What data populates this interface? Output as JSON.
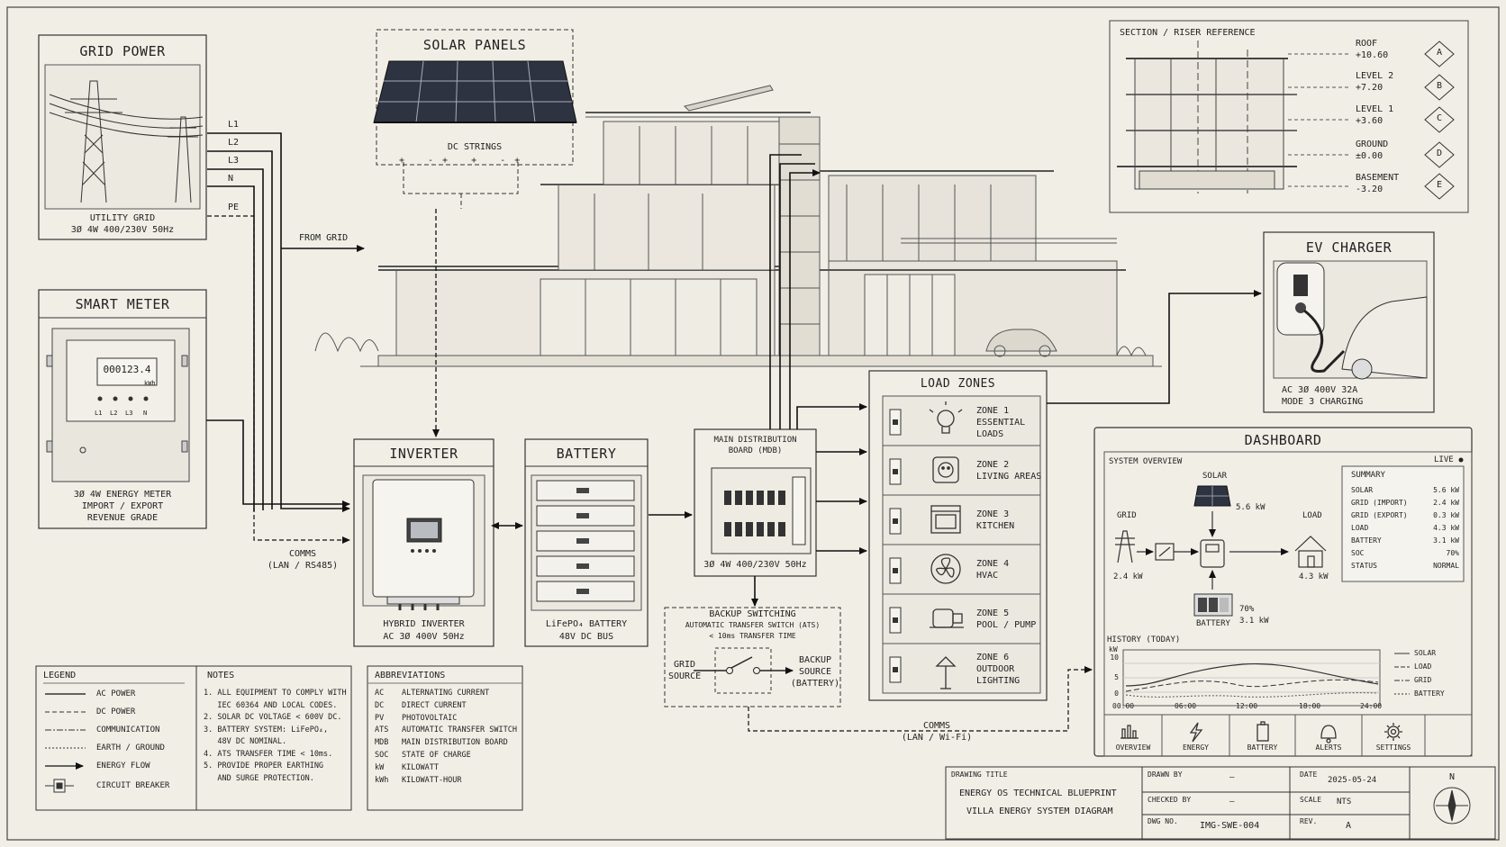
{
  "grid": {
    "title": "GRID POWER",
    "desc1": "UTILITY GRID",
    "desc2": "3Ø 4W 400/230V 50Hz",
    "lines": [
      "L1",
      "L2",
      "L3",
      "N",
      "PE"
    ],
    "from_grid": "FROM GRID"
  },
  "meter": {
    "title": "SMART METER",
    "reading": "000123.4",
    "unit": "kWh",
    "phases": [
      "L1",
      "L2",
      "L3",
      "N"
    ],
    "desc1": "3Ø 4W ENERGY METER",
    "desc2": "IMPORT / EXPORT",
    "desc3": "REVENUE GRADE"
  },
  "solar": {
    "title": "SOLAR PANELS",
    "strings": "DC STRINGS"
  },
  "comms1": {
    "l1": "COMMS",
    "l2": "(LAN / RS485)"
  },
  "inverter": {
    "title": "INVERTER",
    "desc1": "HYBRID INVERTER",
    "desc2": "AC 3Ø 400V 50Hz"
  },
  "battery": {
    "title": "BATTERY",
    "desc1": "LiFePO₄ BATTERY",
    "desc2": "48V DC BUS"
  },
  "mdb": {
    "title1": "MAIN DISTRIBUTION",
    "title2": "BOARD (MDB)",
    "desc": "3Ø 4W 400/230V 50Hz"
  },
  "backup": {
    "title": "BACKUP SWITCHING",
    "sub1": "AUTOMATIC TRANSFER SWITCH (ATS)",
    "sub2": "< 10ms TRANSFER TIME",
    "grid1": "GRID",
    "grid2": "SOURCE",
    "bk1": "BACKUP",
    "bk2": "SOURCE",
    "bk3": "(BATTERY)"
  },
  "loads": {
    "title": "LOAD ZONES",
    "zones": [
      {
        "l1": "ZONE 1",
        "l2": "ESSENTIAL",
        "l3": "LOADS"
      },
      {
        "l1": "ZONE 2",
        "l2": "LIVING AREAS",
        "l3": ""
      },
      {
        "l1": "ZONE 3",
        "l2": "KITCHEN",
        "l3": ""
      },
      {
        "l1": "ZONE 4",
        "l2": "HVAC",
        "l3": ""
      },
      {
        "l1": "ZONE 5",
        "l2": "POOL / PUMP",
        "l3": ""
      },
      {
        "l1": "ZONE 6",
        "l2": "OUTDOOR",
        "l3": "LIGHTING"
      }
    ]
  },
  "comms2": {
    "l1": "COMMS",
    "l2": "(LAN / Wi-Fi)"
  },
  "section": {
    "title": "SECTION / RISER REFERENCE",
    "levels": [
      {
        "name": "ROOF",
        "elev": "+10.60",
        "tag": "A"
      },
      {
        "name": "LEVEL 2",
        "elev": "+7.20",
        "tag": "B"
      },
      {
        "name": "LEVEL 1",
        "elev": "+3.60",
        "tag": "C"
      },
      {
        "name": "GROUND",
        "elev": "±0.00",
        "tag": "D"
      },
      {
        "name": "BASEMENT",
        "elev": "-3.20",
        "tag": "E"
      }
    ]
  },
  "ev": {
    "title": "EV CHARGER",
    "desc1": "AC 3Ø 400V 32A",
    "desc2": "MODE 3 CHARGING"
  },
  "dashboard": {
    "title": "DASHBOARD",
    "overview": "SYSTEM OVERVIEW",
    "live": "LIVE",
    "solar_label": "SOLAR",
    "solar_kw": "5.6 kW",
    "grid_label": "GRID",
    "grid_kw": "2.4 kW",
    "load_label": "LOAD",
    "load_kw": "4.3 kW",
    "battery_label": "BATTERY",
    "battery_pct": "70%",
    "battery_kw": "3.1 kW",
    "summary_title": "SUMMARY",
    "summary": [
      {
        "k": "SOLAR",
        "v": "5.6 kW"
      },
      {
        "k": "GRID (IMPORT)",
        "v": "2.4 kW"
      },
      {
        "k": "GRID (EXPORT)",
        "v": "0.3 kW"
      },
      {
        "k": "LOAD",
        "v": "4.3 kW"
      },
      {
        "k": "BATTERY",
        "v": "3.1 kW"
      },
      {
        "k": "SOC",
        "v": "70%"
      },
      {
        "k": "STATUS",
        "v": "NORMAL"
      }
    ],
    "history_title": "HISTORY (TODAY)",
    "history_unit": "kW",
    "yticks": [
      "10",
      "5",
      "0"
    ],
    "xticks": [
      "00:00",
      "06:00",
      "12:00",
      "18:00",
      "24:00"
    ],
    "legend": [
      "SOLAR",
      "LOAD",
      "GRID",
      "BATTERY"
    ],
    "tabs": [
      "OVERVIEW",
      "ENERGY",
      "BATTERY",
      "ALERTS",
      "SETTINGS"
    ]
  },
  "legend": {
    "title": "LEGEND",
    "items": [
      "AC POWER",
      "DC POWER",
      "COMMUNICATION",
      "EARTH / GROUND",
      "ENERGY FLOW",
      "CIRCUIT BREAKER"
    ]
  },
  "notes": {
    "title": "NOTES",
    "lines": [
      "1. ALL EQUIPMENT TO COMPLY WITH",
      "   IEC 60364 AND LOCAL CODES.",
      "2. SOLAR DC VOLTAGE < 600V DC.",
      "3. BATTERY SYSTEM: LiFePO₄,",
      "   48V DC NOMINAL.",
      "4. ATS TRANSFER TIME < 10ms.",
      "5. PROVIDE PROPER EARTHING",
      "   AND SURGE PROTECTION."
    ]
  },
  "abbr": {
    "title": "ABBREVIATIONS",
    "items": [
      {
        "k": "AC",
        "v": "ALTERNATING CURRENT"
      },
      {
        "k": "DC",
        "v": "DIRECT CURRENT"
      },
      {
        "k": "PV",
        "v": "PHOTOVOLTAIC"
      },
      {
        "k": "ATS",
        "v": "AUTOMATIC TRANSFER SWITCH"
      },
      {
        "k": "MDB",
        "v": "MAIN DISTRIBUTION BOARD"
      },
      {
        "k": "SOC",
        "v": "STATE OF CHARGE"
      },
      {
        "k": "kW",
        "v": "KILOWATT"
      },
      {
        "k": "kWh",
        "v": "KILOWATT-HOUR"
      }
    ]
  },
  "titleblock": {
    "drawing_title_label": "DRAWING TITLE",
    "title1": "ENERGY OS TECHNICAL BLUEPRINT",
    "title2": "VILLA ENERGY SYSTEM DIAGRAM",
    "drawn_by_label": "DRAWN BY",
    "drawn_by": "—",
    "checked_by_label": "CHECKED BY",
    "checked_by": "—",
    "dwg_no_label": "DWG NO.",
    "dwg_no": "IMG-SWE-004",
    "date_label": "DATE",
    "date": "2025-05-24",
    "scale_label": "SCALE",
    "scale": "NTS",
    "rev_label": "REV.",
    "rev": "A",
    "north": "N"
  }
}
